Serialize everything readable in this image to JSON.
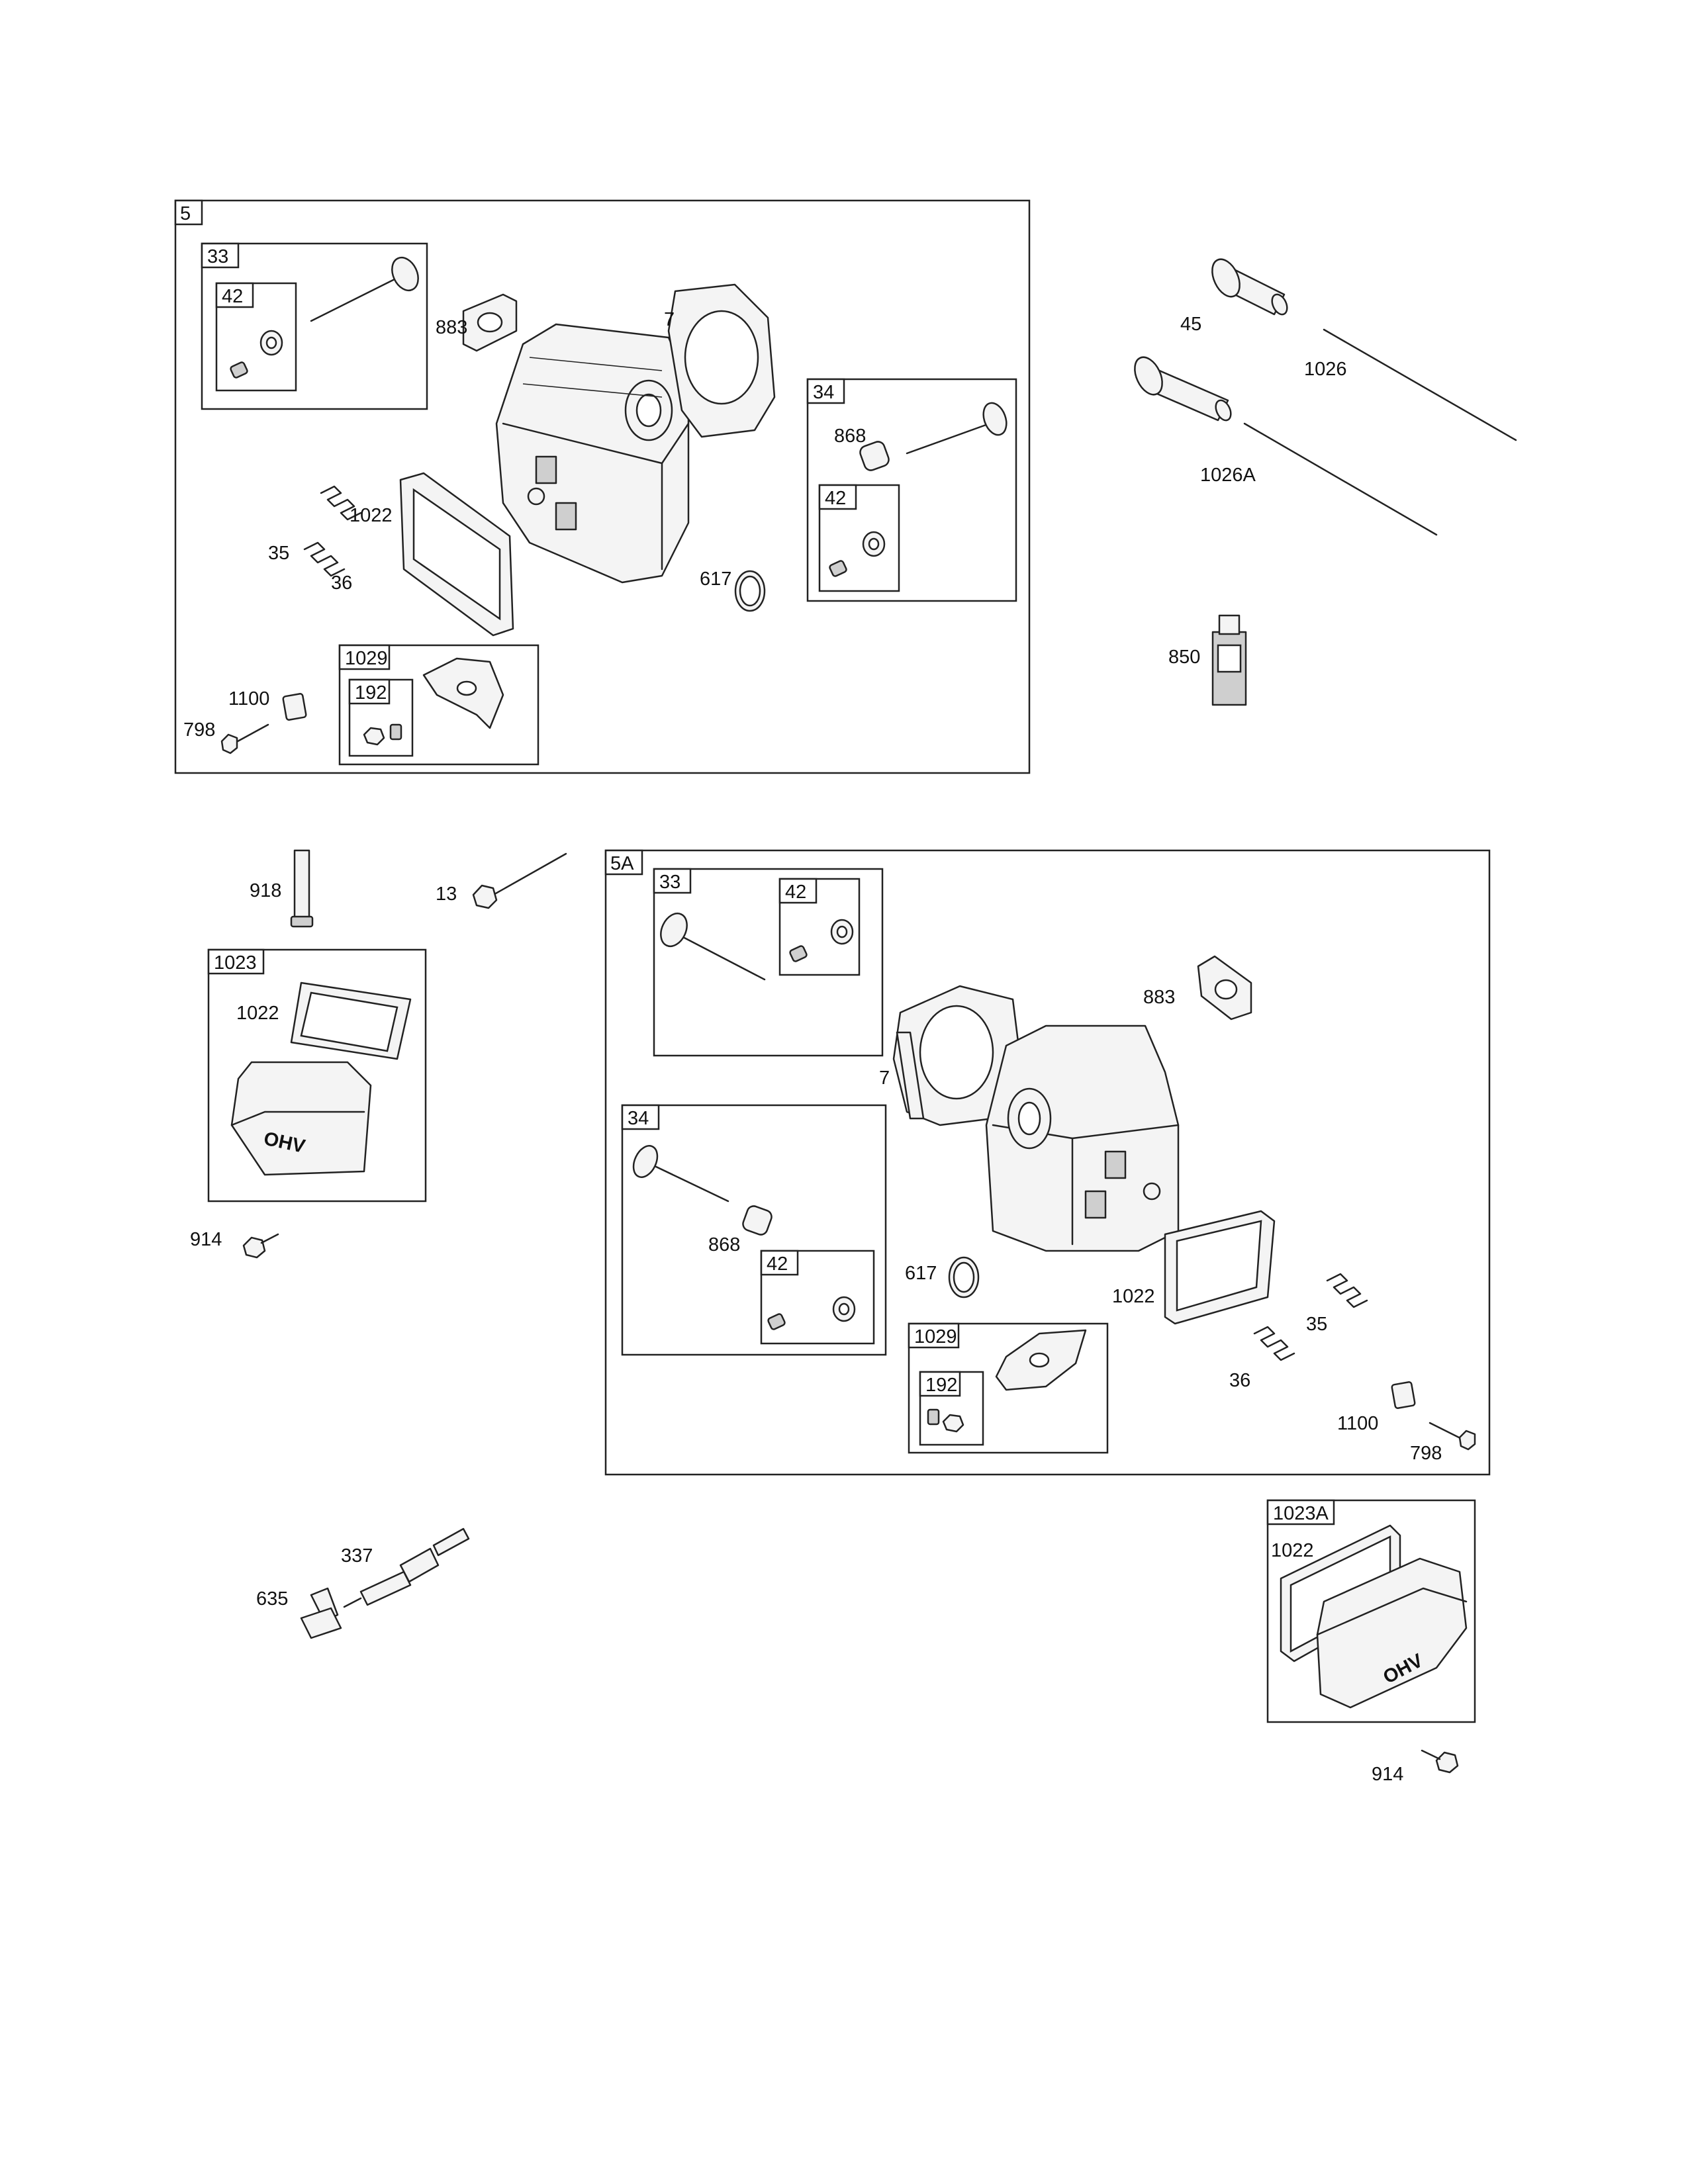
{
  "diagram": {
    "assemblies": {
      "a5": "5",
      "a33_top": "33",
      "a42_top_in33": "42",
      "a34_top": "34",
      "a42_top_in34": "42",
      "a1029_top": "1029",
      "a192_top": "192",
      "a5A": "5A",
      "a33_5A": "33",
      "a42_5A_in33": "42",
      "a34_5A": "34",
      "a42_5A_in34": "42",
      "a1029_5A": "1029",
      "a192_5A": "192",
      "a1023": "1023",
      "a1023A": "1023A"
    },
    "callouts": {
      "c883_top": "883",
      "c7_top": "7",
      "c868_top": "868",
      "c1022_top": "1022",
      "c35_top": "35",
      "c36_top": "36",
      "c617_top": "617",
      "c1100_top": "1100",
      "c798_top": "798",
      "c45": "45",
      "c1026": "1026",
      "c1026A": "1026A",
      "c850": "850",
      "c918": "918",
      "c13": "13",
      "c1022_1023": "1022",
      "c914_left": "914",
      "c883_5A": "883",
      "c7_5A": "7",
      "c868_5A": "868",
      "c617_5A": "617",
      "c1022_5A": "1022",
      "c35_5A": "35",
      "c36_5A": "36",
      "c1100_5A": "1100",
      "c798_5A": "798",
      "c337": "337",
      "c635": "635",
      "c1022_1023A": "1022",
      "c914_right": "914"
    },
    "cover_lettering": "OHV"
  }
}
